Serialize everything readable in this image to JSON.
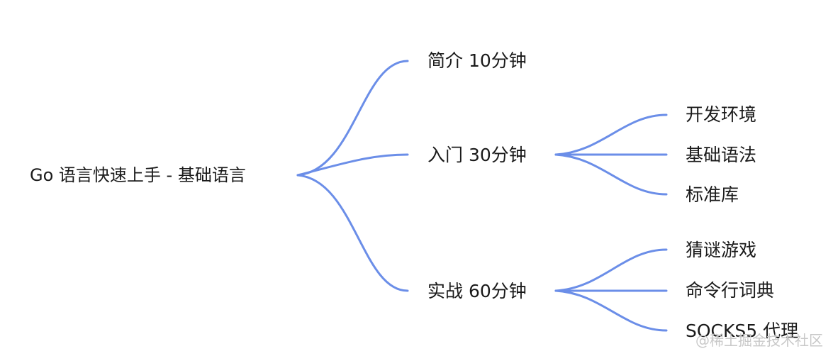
{
  "root": {
    "label": "Go 语言快速上手 - 基础语言"
  },
  "branches": [
    {
      "label": "简介 10分钟",
      "children": []
    },
    {
      "label": "入门 30分钟",
      "children": [
        "开发环境",
        "基础语法",
        "标准库"
      ]
    },
    {
      "label": "实战 60分钟",
      "children": [
        "猜谜游戏",
        "命令行词典",
        "SOCKS5 代理"
      ]
    }
  ],
  "watermark": "@稀土掘金技术社区",
  "colors": {
    "edge": "#6b8ee8",
    "text": "#1a1a1a"
  }
}
